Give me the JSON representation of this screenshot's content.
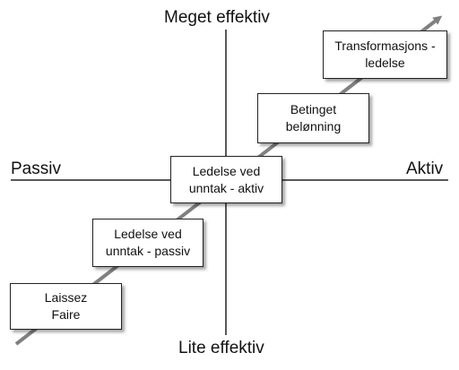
{
  "axes": {
    "top": "Meget effektiv",
    "bottom": "Lite effektiv",
    "left": "Passiv",
    "right": "Aktiv"
  },
  "styles": [
    {
      "line1": "Laissez",
      "line2": "Faire"
    },
    {
      "line1": "Ledelse ved",
      "line2": "unntak - passiv"
    },
    {
      "line1": "Ledelse ved",
      "line2": "unntak - aktiv"
    },
    {
      "line1": "Betinget",
      "line2": "belønning"
    },
    {
      "line1": "Transformasjons -",
      "line2": "ledelse"
    }
  ],
  "colors": {
    "arrow": "#808080",
    "axis": "#222222",
    "border": "#222222"
  }
}
